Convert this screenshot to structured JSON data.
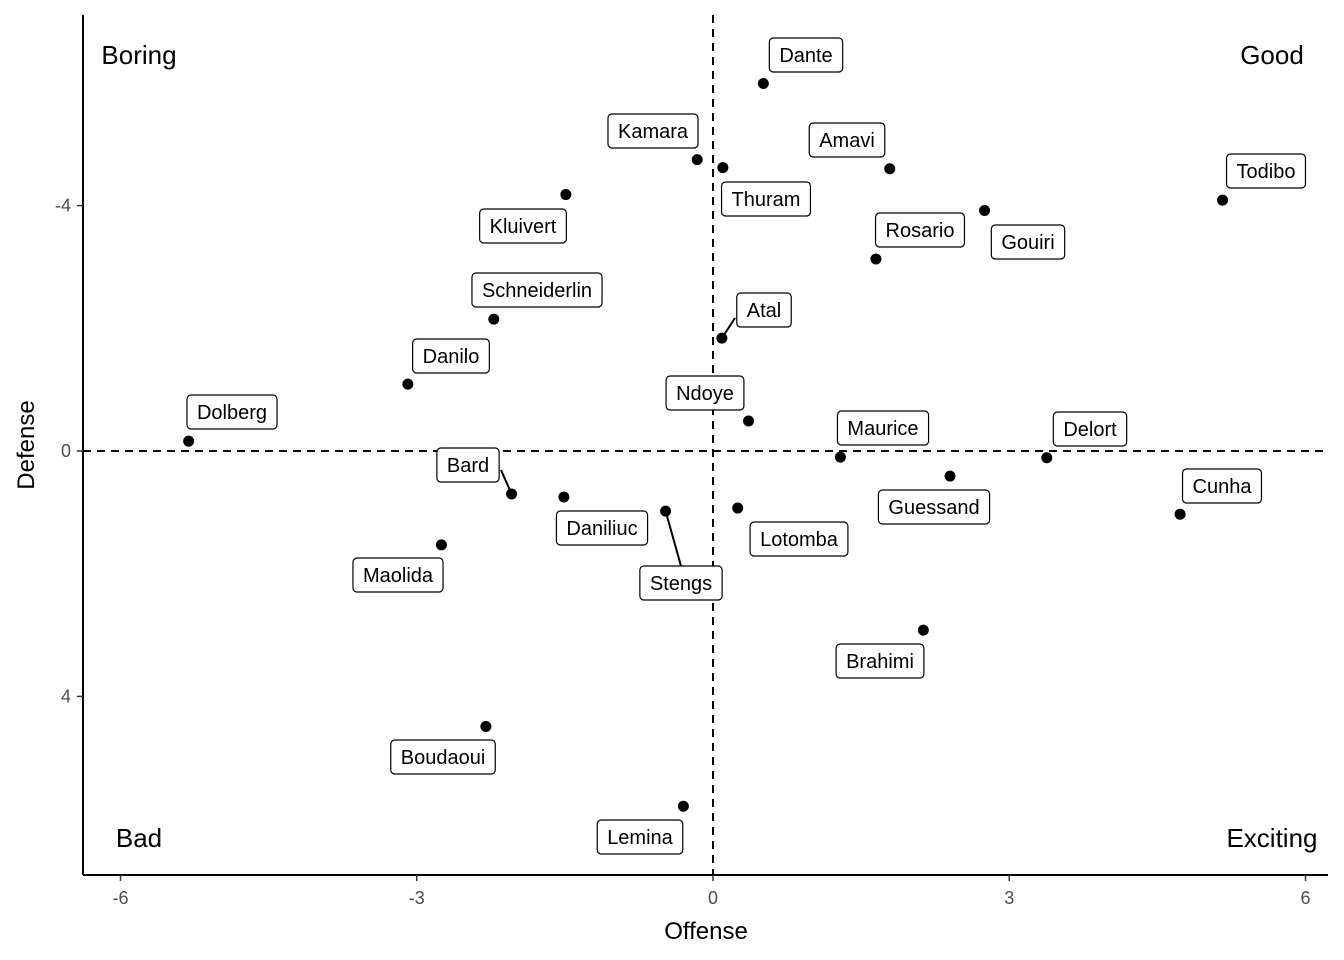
{
  "chart_data": {
    "type": "scatter",
    "title": "",
    "xlabel": "Offense",
    "ylabel": "Defense",
    "xlim": [
      -6.38,
      6.23
    ],
    "ylim": [
      -7.1,
      6.9
    ],
    "y_reversed": true,
    "grid": false,
    "xticks": [
      -6,
      -3,
      0,
      3,
      6
    ],
    "yticks": [
      -4,
      0,
      4
    ],
    "reference_lines": {
      "x": 0,
      "y": 0,
      "style": "dashed"
    },
    "quadrant_labels": {
      "top_left": "Boring",
      "top_right": "Good",
      "bottom_left": "Bad",
      "bottom_right": "Exciting"
    },
    "points": [
      {
        "name": "Dante",
        "x": 0.51,
        "y": -5.99
      },
      {
        "name": "Kamara",
        "x": -0.16,
        "y": -4.75
      },
      {
        "name": "Thuram",
        "x": 0.1,
        "y": -4.62
      },
      {
        "name": "Amavi",
        "x": 1.79,
        "y": -4.6
      },
      {
        "name": "Todibo",
        "x": 5.16,
        "y": -4.09
      },
      {
        "name": "Kluivert",
        "x": -1.49,
        "y": -4.18
      },
      {
        "name": "Gouiri",
        "x": 2.75,
        "y": -3.92
      },
      {
        "name": "Rosario",
        "x": 1.65,
        "y": -3.13
      },
      {
        "name": "Schneiderlin",
        "x": -2.22,
        "y": -2.15
      },
      {
        "name": "Atal",
        "x": 0.09,
        "y": -1.84
      },
      {
        "name": "Danilo",
        "x": -3.09,
        "y": -1.09
      },
      {
        "name": "Ndoye",
        "x": 0.36,
        "y": -0.49
      },
      {
        "name": "Dolberg",
        "x": -5.31,
        "y": -0.16
      },
      {
        "name": "Maurice",
        "x": 1.29,
        "y": 0.1
      },
      {
        "name": "Delort",
        "x": 3.38,
        "y": 0.11
      },
      {
        "name": "Guessand",
        "x": 2.4,
        "y": 0.41
      },
      {
        "name": "Bard",
        "x": -2.04,
        "y": 0.7
      },
      {
        "name": "Daniliuc",
        "x": -1.51,
        "y": 0.75
      },
      {
        "name": "Stengs",
        "x": -0.48,
        "y": 0.98
      },
      {
        "name": "Lotomba",
        "x": 0.25,
        "y": 0.93
      },
      {
        "name": "Cunha",
        "x": 4.73,
        "y": 1.03
      },
      {
        "name": "Maolida",
        "x": -2.75,
        "y": 1.53
      },
      {
        "name": "Brahimi",
        "x": 2.13,
        "y": 2.92
      },
      {
        "name": "Boudaoui",
        "x": -2.3,
        "y": 4.49
      },
      {
        "name": "Lemina",
        "x": -0.3,
        "y": 5.79
      }
    ]
  }
}
